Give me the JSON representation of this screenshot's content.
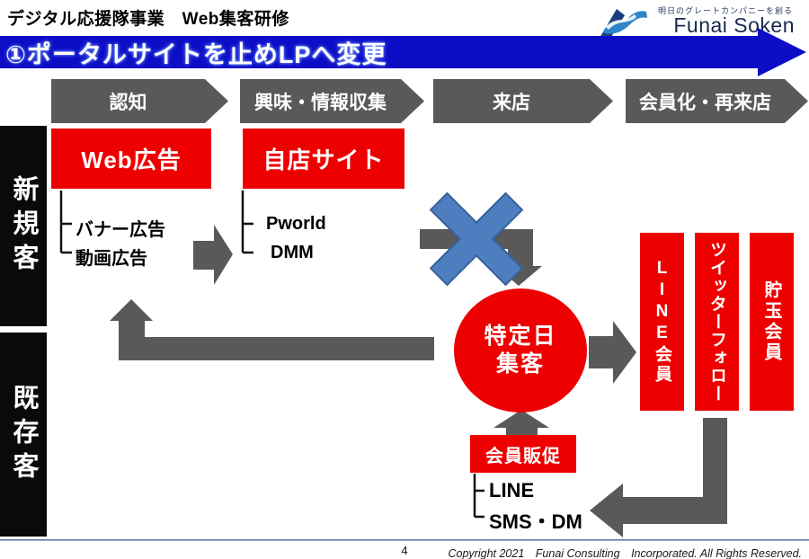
{
  "header": {
    "title": "デジタル応援隊事業　Web集客研修"
  },
  "logo": {
    "tagline": "明日のグレートカンパニーを創る",
    "brand": "Funai Soken"
  },
  "banner": {
    "title": "①ポータルサイトを止めLPへ変更"
  },
  "funnel_stages": [
    {
      "label": "認知"
    },
    {
      "label": "興味・情報収集"
    },
    {
      "label": "来店"
    },
    {
      "label": "会員化・再来店"
    }
  ],
  "segments": {
    "new_customer": "新規客",
    "existing_customer": "既存客"
  },
  "nodes": {
    "web_ad": {
      "label": "Web広告",
      "items": [
        "バナー広告",
        "動画広告"
      ]
    },
    "own_site": {
      "label": "自店サイト",
      "items": [
        "Pworld",
        "DMM"
      ]
    },
    "specific_day": {
      "line1": "特定日",
      "line2": "集客"
    },
    "member_boxes": [
      "LINE会員",
      "ツイッターフォロー",
      "貯玉会員"
    ],
    "member_promo": {
      "label": "会員販促",
      "items": [
        "LINE",
        "SMS・DM"
      ]
    }
  },
  "colors": {
    "accent_red": "#ee0000",
    "banner_blue": "#0d0dc6",
    "arrow_gray": "#595959",
    "cross_blue": "#4d7ec0",
    "black_box": "#0a0a0a"
  },
  "footer": {
    "page_number": "4",
    "copyright": "Copyright 2021　Funai Consulting　Incorporated. All Rights Reserved."
  }
}
